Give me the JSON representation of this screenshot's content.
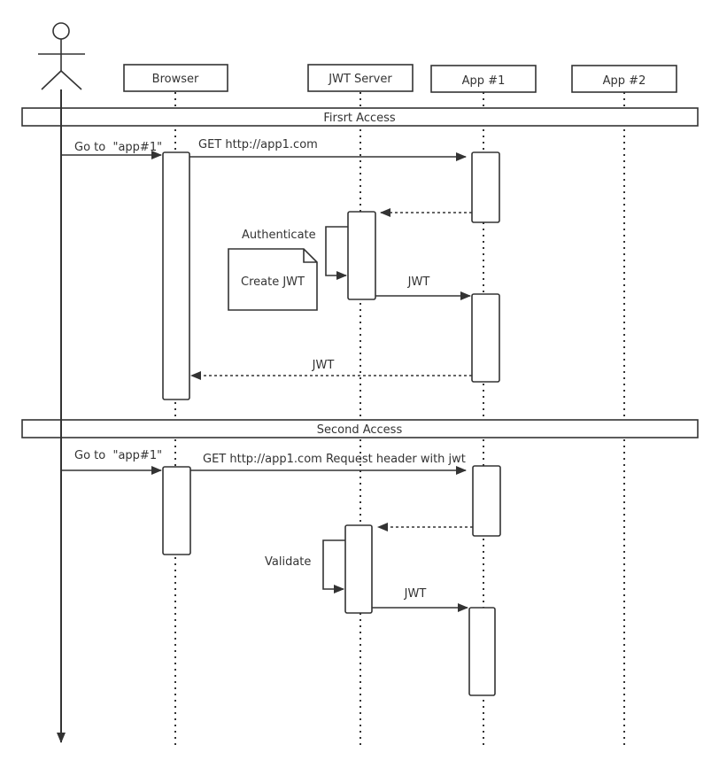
{
  "participants": {
    "browser": "Browser",
    "jwt_server": "JWT Server",
    "app1": "App #1",
    "app2": "App #2"
  },
  "sections": {
    "first": "Firsrt Access",
    "second": "Second Access"
  },
  "messages": {
    "first_goto": "Go to  \"app#1\"",
    "first_get": "GET http://app1.com",
    "authenticate": "Authenticate",
    "create_jwt_note": "Create JWT",
    "first_jwt_to_app": "JWT",
    "first_jwt_to_browser": "JWT",
    "second_goto": "Go to  \"app#1\"",
    "second_get": "GET http://app1.com Request header with jwt",
    "validate": "Validate",
    "second_jwt_to_app": "JWT"
  },
  "colors": {
    "line": "#333333",
    "background": "#ffffff"
  }
}
